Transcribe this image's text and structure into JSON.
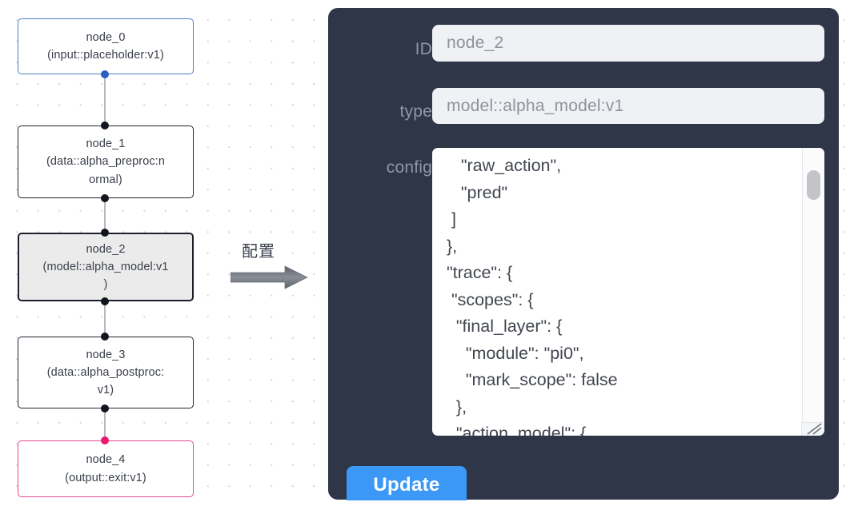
{
  "canvas": {
    "grid": "dot-grid",
    "background_color": "#ffffff",
    "dot_color": "#d4d6dd"
  },
  "graph": {
    "nodes": [
      {
        "id": "node_0",
        "title": "node_0",
        "subtitle": "(input::placeholder:v1)",
        "label": "node_0\n(input::placeholder:v1)",
        "kind": "input",
        "selected": false,
        "border_color": "#4d7fc9",
        "fill_color": "#ffffff"
      },
      {
        "id": "node_1",
        "title": "node_1",
        "subtitle": "(data::alpha_preproc:normal)",
        "label": "node_1\n(data::alpha_preproc:n\normal)",
        "kind": "data",
        "selected": false,
        "border_color": "#1f2430",
        "fill_color": "#ffffff"
      },
      {
        "id": "node_2",
        "title": "node_2",
        "subtitle": "(model::alpha_model:v1)",
        "label": "node_2\n(model::alpha_model:v1\n)",
        "kind": "model",
        "selected": true,
        "border_color": "#1b202b",
        "fill_color": "#ebebeb"
      },
      {
        "id": "node_3",
        "title": "node_3",
        "subtitle": "(data::alpha_postproc:v1)",
        "label": "node_3\n(data::alpha_postproc:\nv1)",
        "kind": "data",
        "selected": false,
        "border_color": "#1f2430",
        "fill_color": "#ffffff"
      },
      {
        "id": "node_4",
        "title": "node_4",
        "subtitle": "(output::exit:v1)",
        "label": "node_4\n(output::exit:v1)",
        "kind": "output",
        "selected": false,
        "border_color": "#e8458f",
        "fill_color": "#ffffff"
      }
    ],
    "edges": [
      {
        "from": "node_0",
        "to": "node_1"
      },
      {
        "from": "node_1",
        "to": "node_2"
      },
      {
        "from": "node_2",
        "to": "node_3"
      },
      {
        "from": "node_3",
        "to": "node_4"
      }
    ],
    "edge_color": "#b6b8bd",
    "port_color": "#12151d"
  },
  "annotation": {
    "caption": "配置",
    "arrow": "right-arrow",
    "color": "#6d7078"
  },
  "panel": {
    "background_color": "#2e3647",
    "fields": [
      {
        "label": "ID",
        "value": "node_2",
        "placeholder": "ID"
      },
      {
        "label": "type",
        "value": "model::alpha_model:v1",
        "placeholder": "type"
      }
    ],
    "id_field": {
      "label": "ID",
      "value": "node_2",
      "placeholder": "ID"
    },
    "type_field": {
      "label": "type",
      "value": "model::alpha_model:v1",
      "placeholder": "type"
    },
    "config_field": {
      "label": "config",
      "value": "    \"raw_action\",\n    \"pred\"\n  ]\n },\n \"trace\": {\n  \"scopes\": {\n   \"final_layer\": {\n     \"module\": \"pi0\",\n     \"mark_scope\": false\n   },\n   \"action_model\": {",
      "scroll_position": "middle",
      "lines": [
        "    \"raw_action\",",
        "    \"pred\"",
        "  ]",
        " },",
        " \"trace\": {",
        "  \"scopes\": {",
        "   \"final_layer\": {",
        "     \"module\": \"pi0\",",
        "     \"mark_scope\": false",
        "   },",
        "   \"action_model\": {"
      ]
    },
    "update_button": {
      "label": "Update",
      "color": "#3b98f7"
    }
  }
}
